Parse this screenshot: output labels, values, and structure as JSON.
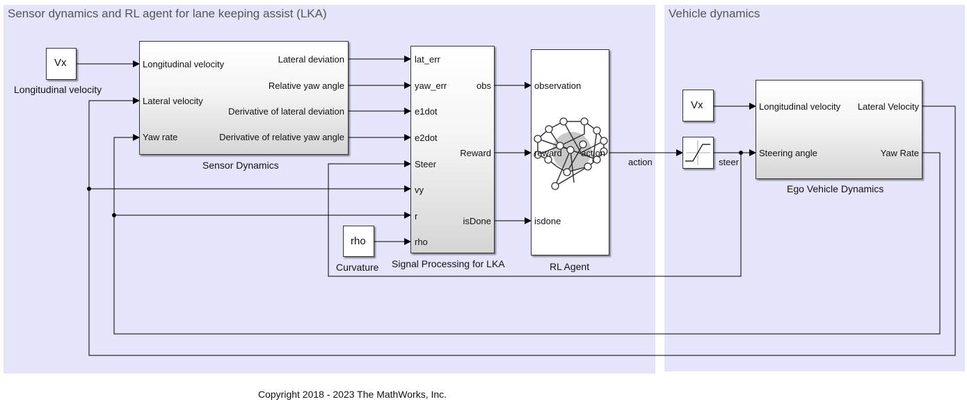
{
  "areas": {
    "left_title": "Sensor dynamics and RL agent for lane keeping assist (LKA)",
    "right_title": "Vehicle dynamics"
  },
  "blocks": {
    "vx_left": {
      "value": "Vx",
      "caption": "Longitudinal velocity"
    },
    "sensor": {
      "caption": "Sensor Dynamics",
      "inputs": [
        "Longitudinal velocity",
        "Lateral velocity",
        "Yaw rate"
      ],
      "outputs": [
        "Lateral deviation",
        "Relative yaw angle",
        "Derivative of lateral deviation",
        "Derivative of relative yaw angle"
      ]
    },
    "signal": {
      "caption": "Signal Processing for LKA",
      "inputs": [
        "lat_err",
        "yaw_err",
        "e1dot",
        "e2dot",
        "Steer",
        "vy",
        "r",
        "rho"
      ],
      "outputs": [
        "obs",
        "Reward",
        "isDone"
      ]
    },
    "rho": {
      "value": "rho",
      "caption": "Curvature"
    },
    "agent": {
      "caption": "RL Agent",
      "inputs": [
        "observation",
        "reward",
        "isdone"
      ],
      "outputs": [
        "action"
      ],
      "icon": "neural-network-brain-icon"
    },
    "saturation": {
      "icon": "saturation-icon"
    },
    "vx_right": {
      "value": "Vx"
    },
    "ego": {
      "caption": "Ego Vehicle Dynamics",
      "inputs": [
        "Longitudinal velocity",
        "Steering angle"
      ],
      "outputs": [
        "Lateral Velocity",
        "Yaw Rate"
      ]
    }
  },
  "signals": {
    "action": "action",
    "steer": "steer"
  },
  "footer": {
    "copyright": "Copyright 2018 - 2023 The MathWorks, Inc."
  }
}
